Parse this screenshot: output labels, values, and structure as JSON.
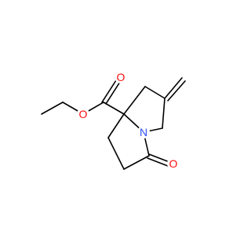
{
  "molecule": {
    "atoms": [
      {
        "id": "o_carbonyl_ester",
        "label": "O",
        "color": "#ff0d0d"
      },
      {
        "id": "o_ester_ether",
        "label": "O",
        "color": "#ff0d0d"
      },
      {
        "id": "n_bridge",
        "label": "N",
        "color": "#3050f8"
      },
      {
        "id": "o_lactam",
        "label": "O",
        "color": "#ff0d0d"
      }
    ],
    "bond_color": "#000000"
  }
}
